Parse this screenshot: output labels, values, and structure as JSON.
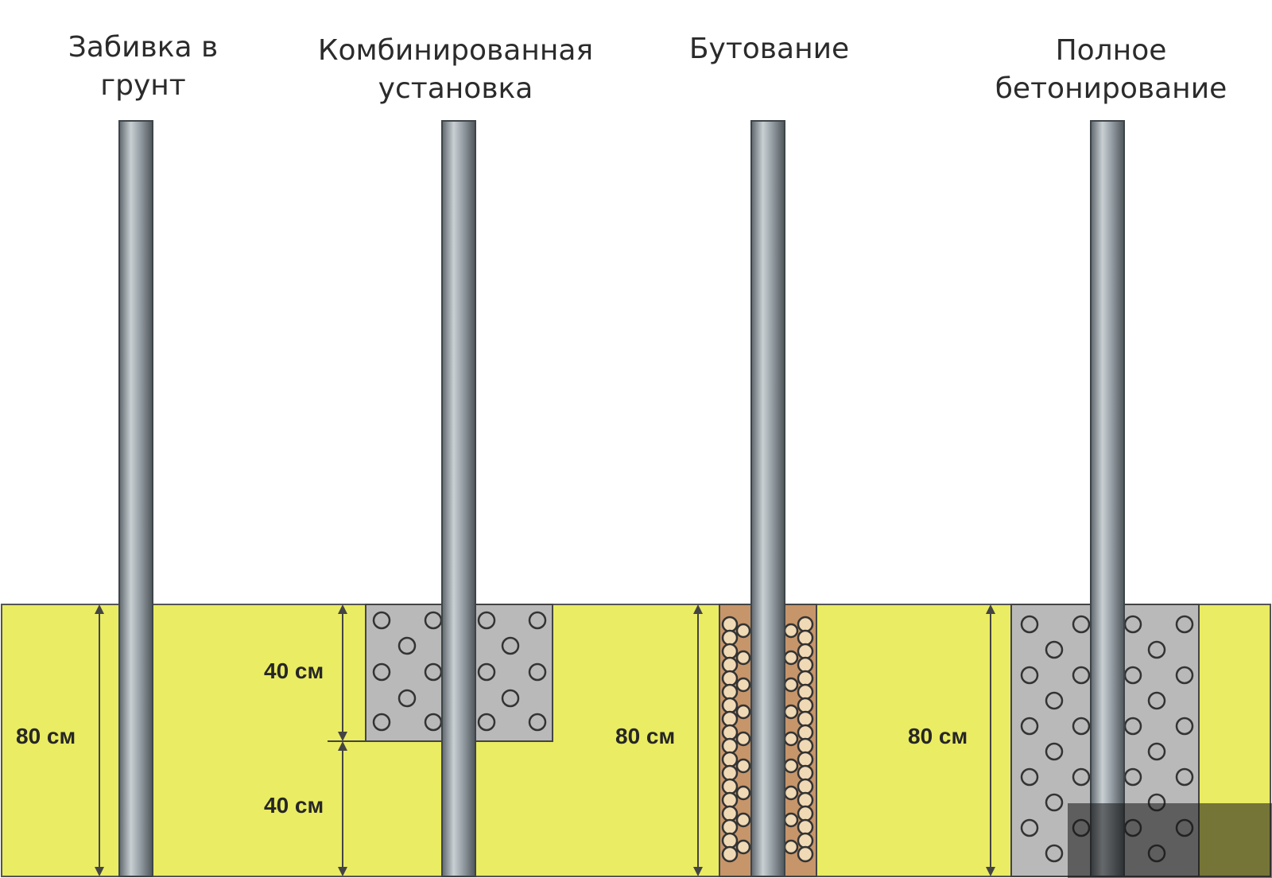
{
  "methods": [
    {
      "id": "driving",
      "title_lines": [
        "Забивка в",
        "грунт"
      ]
    },
    {
      "id": "combined",
      "title_lines": [
        "Комбинированная",
        "установка"
      ]
    },
    {
      "id": "rubble",
      "title_lines": [
        "Бутование"
      ]
    },
    {
      "id": "concrete",
      "title_lines": [
        "Полное",
        "бетонирование"
      ]
    }
  ],
  "dimensions": {
    "driving_depth": "80 см",
    "combined_upper": "40 см",
    "combined_lower": "40 см",
    "rubble_depth": "80 см",
    "concrete_depth": "80 см"
  },
  "colors": {
    "soil": "#eaec63",
    "concrete": "#b9b9b9",
    "rubble": "#c6956a",
    "pipe": "#9ea6ac",
    "line": "#444444"
  }
}
